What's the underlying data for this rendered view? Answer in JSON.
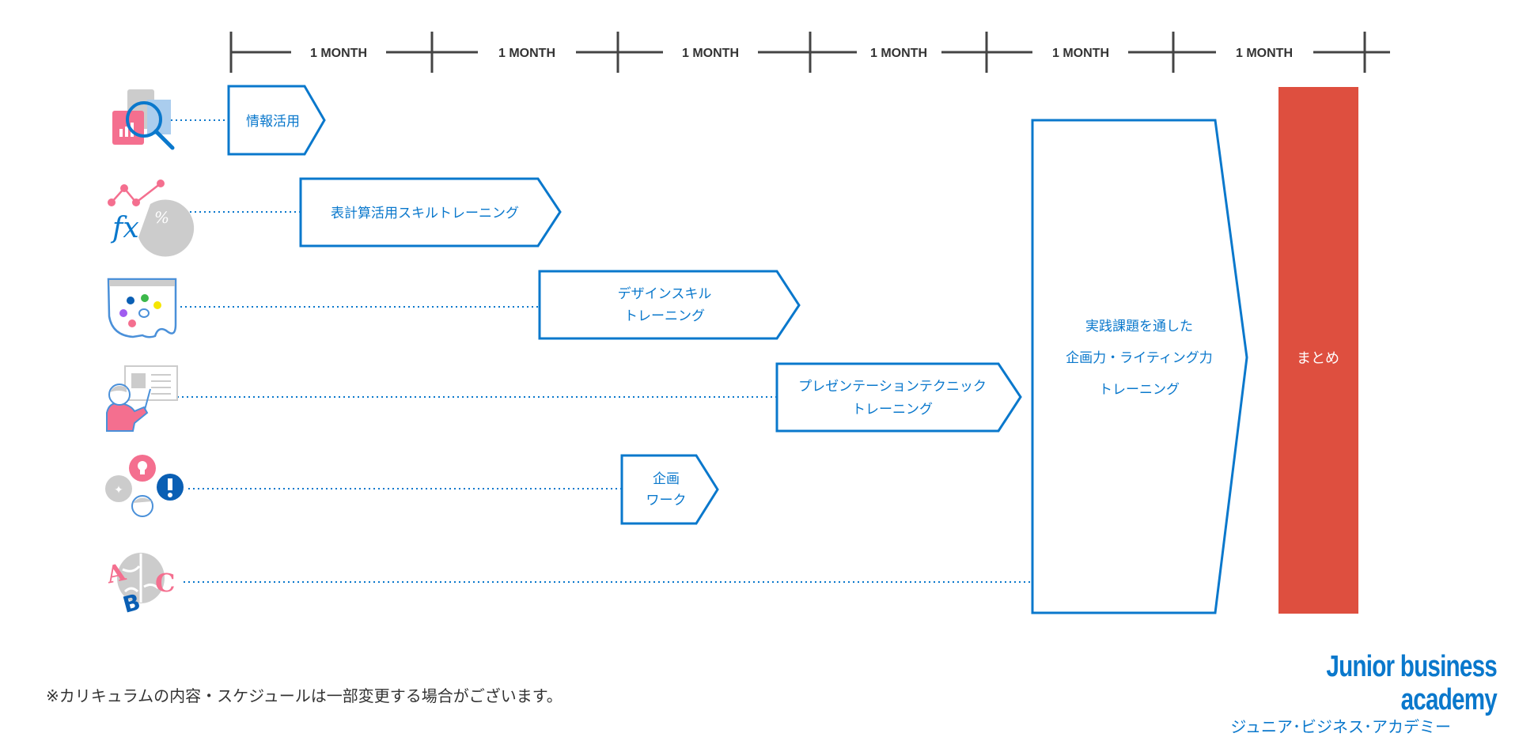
{
  "timeline": {
    "months": [
      "1 MONTH",
      "1 MONTH",
      "1 MONTH",
      "1 MONTH",
      "1 MONTH",
      "1 MONTH"
    ]
  },
  "rows": [
    {
      "icon": "magnifier-documents-icon",
      "lines": [
        "情報活用"
      ]
    },
    {
      "icon": "spreadsheet-function-icon",
      "lines": [
        "表計算活用スキルトレーニング"
      ]
    },
    {
      "icon": "design-palette-icon",
      "lines": [
        "デザインスキル",
        "トレーニング"
      ]
    },
    {
      "icon": "presenter-icon",
      "lines": [
        "プレゼンテーションテクニック",
        "トレーニング"
      ]
    },
    {
      "icon": "idea-bubbles-icon",
      "lines": [
        "企画",
        "ワーク"
      ]
    },
    {
      "icon": "abc-brain-icon",
      "lines": []
    }
  ],
  "practice": {
    "lines": [
      "実践課題を通した",
      "企画力・ライティング力",
      "トレーニング"
    ]
  },
  "summary": {
    "label": "まとめ"
  },
  "footer": {
    "note": "※カリキュラムの内容・スケジュールは一部変更する場合がございます。",
    "logo_en": "Junior business academy",
    "logo_jp": "ジュニア･ビジネス･アカデミー"
  },
  "colors": {
    "accent_blue": "#0a78cc",
    "summary_red": "#de4f3f",
    "timeline_gray": "#444444",
    "icon_pink": "#f46f8f",
    "icon_gray": "#cccccc"
  }
}
